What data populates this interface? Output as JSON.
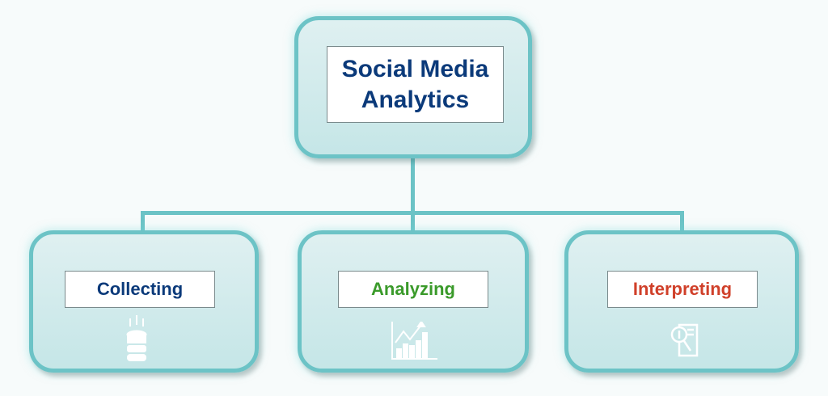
{
  "root": {
    "title": "Social Media Analytics",
    "color": "#0b3a7a"
  },
  "children": [
    {
      "label": "Collecting",
      "color": "#0b3a7a",
      "icon": "database-upload-icon"
    },
    {
      "label": "Analyzing",
      "color": "#3a9a2a",
      "icon": "growth-chart-icon"
    },
    {
      "label": "Interpreting",
      "color": "#d0402a",
      "icon": "document-search-icon"
    }
  ]
}
